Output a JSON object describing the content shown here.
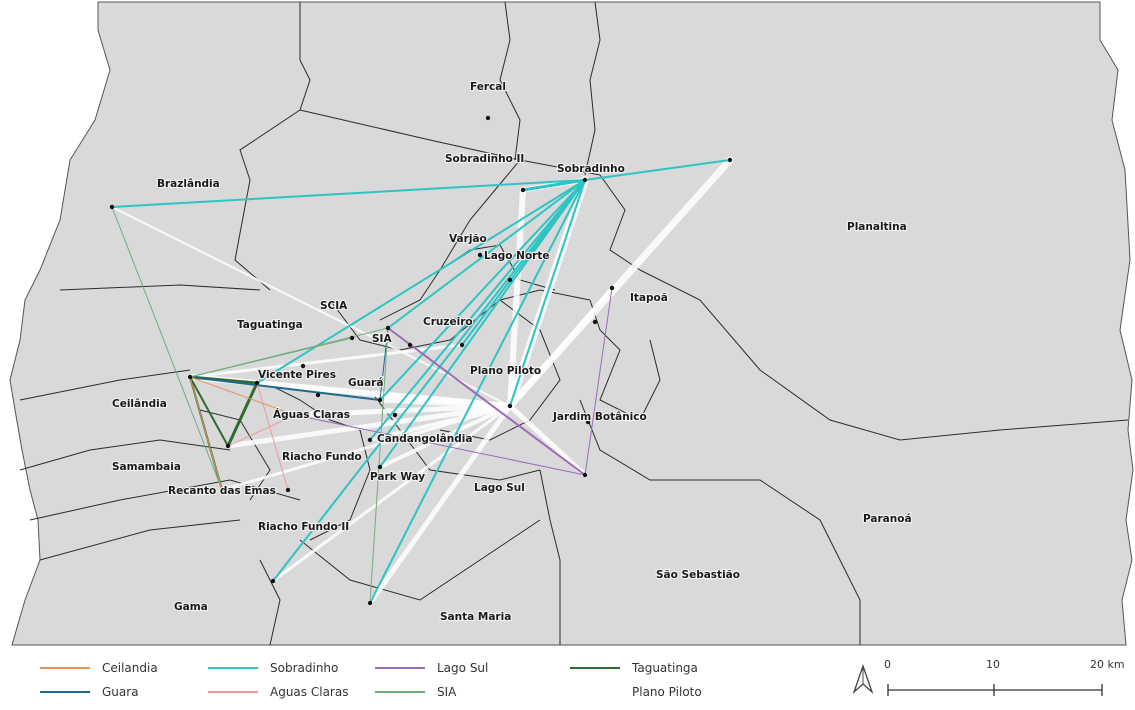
{
  "map": {
    "colors": {
      "land": "#d9d9d9",
      "border": "#2b2b2b",
      "flow_white": "#ffffff",
      "Ceilandia": "#e8935a",
      "Guara": "#1f6a8c",
      "Sobradinho": "#2ec4c4",
      "Aguas Claras": "#f09898",
      "Lago Sul": "#9b6bb8",
      "SIA": "#6fae7c",
      "Taguatinga": "#2e6b2e"
    },
    "regions": [
      {
        "id": "fercal",
        "name": "Fercal"
      },
      {
        "id": "sobradinho2",
        "name": "Sobradinho II"
      },
      {
        "id": "sobradinho",
        "name": "Sobradinho"
      },
      {
        "id": "brazlandia",
        "name": "Brazlândia"
      },
      {
        "id": "planaltina",
        "name": "Planaltina"
      },
      {
        "id": "varjao",
        "name": "Varjão"
      },
      {
        "id": "lagonorte",
        "name": "Lago Norte"
      },
      {
        "id": "itapoa",
        "name": "Itapoã"
      },
      {
        "id": "scia",
        "name": "SCIA"
      },
      {
        "id": "taguatinga",
        "name": "Taguatinga"
      },
      {
        "id": "cruzeiro",
        "name": "Cruzeiro"
      },
      {
        "id": "sia",
        "name": "SIA"
      },
      {
        "id": "vicentepires",
        "name": "Vicente Pires"
      },
      {
        "id": "guara",
        "name": "Guará"
      },
      {
        "id": "planopiloto",
        "name": "Plano Piloto"
      },
      {
        "id": "ceilandia",
        "name": "Ceilândia"
      },
      {
        "id": "aguasclaras",
        "name": "Águas Claras"
      },
      {
        "id": "jardimbotanico",
        "name": "Jardim Botânico"
      },
      {
        "id": "candangolandia",
        "name": "Candangolândia"
      },
      {
        "id": "samambaia",
        "name": "Samambaia"
      },
      {
        "id": "riachofundo",
        "name": "Riacho Fundo"
      },
      {
        "id": "parkway",
        "name": "Park Way"
      },
      {
        "id": "recanto",
        "name": "Recanto das Emas"
      },
      {
        "id": "lagosul",
        "name": "Lago Sul"
      },
      {
        "id": "paranoa",
        "name": "Paranoá"
      },
      {
        "id": "riachofundo2",
        "name": "Riacho Fundo II"
      },
      {
        "id": "saosebastiao",
        "name": "São Sebastião"
      },
      {
        "id": "gama",
        "name": "Gama"
      },
      {
        "id": "santamaria",
        "name": "Santa Maria"
      }
    ],
    "flows": [
      {
        "series": "Sobradinho",
        "from": "sobradinho",
        "to": "brazlandia_pt",
        "weight": 2
      },
      {
        "series": "Sobradinho",
        "from": "sobradinho",
        "to": "planaltina_pt",
        "weight": 2
      },
      {
        "series": "Sobradinho",
        "from": "sobradinho",
        "to": "sobradinho2_pt",
        "weight": 3
      },
      {
        "series": "Sobradinho",
        "from": "sobradinho",
        "to": "sia_pt",
        "weight": 2
      },
      {
        "series": "Sobradinho",
        "from": "sobradinho",
        "to": "cruzeiro_pt",
        "weight": 2
      },
      {
        "series": "Sobradinho",
        "from": "sobradinho",
        "to": "planopiloto_pt",
        "weight": 2
      },
      {
        "series": "Sobradinho",
        "from": "sobradinho",
        "to": "guara_pt",
        "weight": 2
      },
      {
        "series": "Sobradinho",
        "from": "sobradinho",
        "to": "candango_pt",
        "weight": 2
      },
      {
        "series": "Sobradinho",
        "from": "sobradinho",
        "to": "parkway_pt",
        "weight": 2
      },
      {
        "series": "Sobradinho",
        "from": "sobradinho",
        "to": "santamaria_pt",
        "weight": 2
      },
      {
        "series": "Sobradinho",
        "from": "sobradinho",
        "to": "riacho2_pt",
        "weight": 2
      },
      {
        "series": "Sobradinho",
        "from": "sobradinho",
        "to": "vicente_pt",
        "weight": 2
      },
      {
        "series": "Lago Sul",
        "from": "sia_pt",
        "to": "lagosul_pt",
        "weight": 2
      },
      {
        "series": "Lago Sul",
        "from": "itapoa_pt",
        "to": "lagosul_pt",
        "weight": 1
      },
      {
        "series": "Lago Sul",
        "from": "lagosul_pt",
        "to": "aguas_pt",
        "weight": 1
      },
      {
        "series": "Taguatinga",
        "from": "taguatinga_pt",
        "to": "vicente_pt",
        "weight": 3
      },
      {
        "series": "Taguatinga",
        "from": "taguatinga_pt",
        "to": "recanto_pt",
        "weight": 2
      },
      {
        "series": "Taguatinga",
        "from": "taguatinga_pt",
        "to": "samambaia_pt",
        "weight": 2
      },
      {
        "series": "Taguatinga",
        "from": "vicente_pt",
        "to": "samambaia_pt",
        "weight": 3
      },
      {
        "series": "Guara",
        "from": "taguatinga_pt",
        "to": "guara_pt",
        "weight": 2
      },
      {
        "series": "Guara",
        "from": "sia_pt",
        "to": "guara_pt",
        "weight": 1
      },
      {
        "series": "SIA",
        "from": "taguatinga_pt",
        "to": "sia_pt",
        "weight": 1
      },
      {
        "series": "SIA",
        "from": "taguatinga_pt",
        "to": "scia_pt",
        "weight": 1
      },
      {
        "series": "SIA",
        "from": "brazlandia_pt",
        "to": "recanto_pt",
        "weight": 1
      },
      {
        "series": "SIA",
        "from": "sia_pt",
        "to": "santamaria_pt",
        "weight": 1
      },
      {
        "series": "Ceilandia",
        "from": "taguatinga_pt",
        "to": "recanto_pt",
        "weight": 1
      },
      {
        "series": "Ceilandia",
        "from": "taguatinga_pt",
        "to": "aguas_pt",
        "weight": 1
      },
      {
        "series": "Aguas Claras",
        "from": "samambaia_pt",
        "to": "aguas_pt",
        "weight": 1
      },
      {
        "series": "Aguas Claras",
        "from": "vicente_pt",
        "to": "riacho_pt",
        "weight": 1
      }
    ]
  },
  "legend": {
    "items": [
      {
        "label": "Ceilandia",
        "color": "#e8935a"
      },
      {
        "label": "Guara",
        "color": "#1f6a8c"
      },
      {
        "label": "Sobradinho",
        "color": "#2ec4c4"
      },
      {
        "label": "Aguas Claras",
        "color": "#f09898"
      },
      {
        "label": "Lago Sul",
        "color": "#9b6bb8"
      },
      {
        "label": "SIA",
        "color": "#6fae7c"
      },
      {
        "label": "Taguatinga",
        "color": "#2e6b2e"
      },
      {
        "label": "Plano Piloto",
        "color": "#ffffff"
      }
    ],
    "north_icon": "north-arrow-icon",
    "scale": {
      "labels": [
        "0",
        "10",
        "20 km"
      ]
    }
  }
}
